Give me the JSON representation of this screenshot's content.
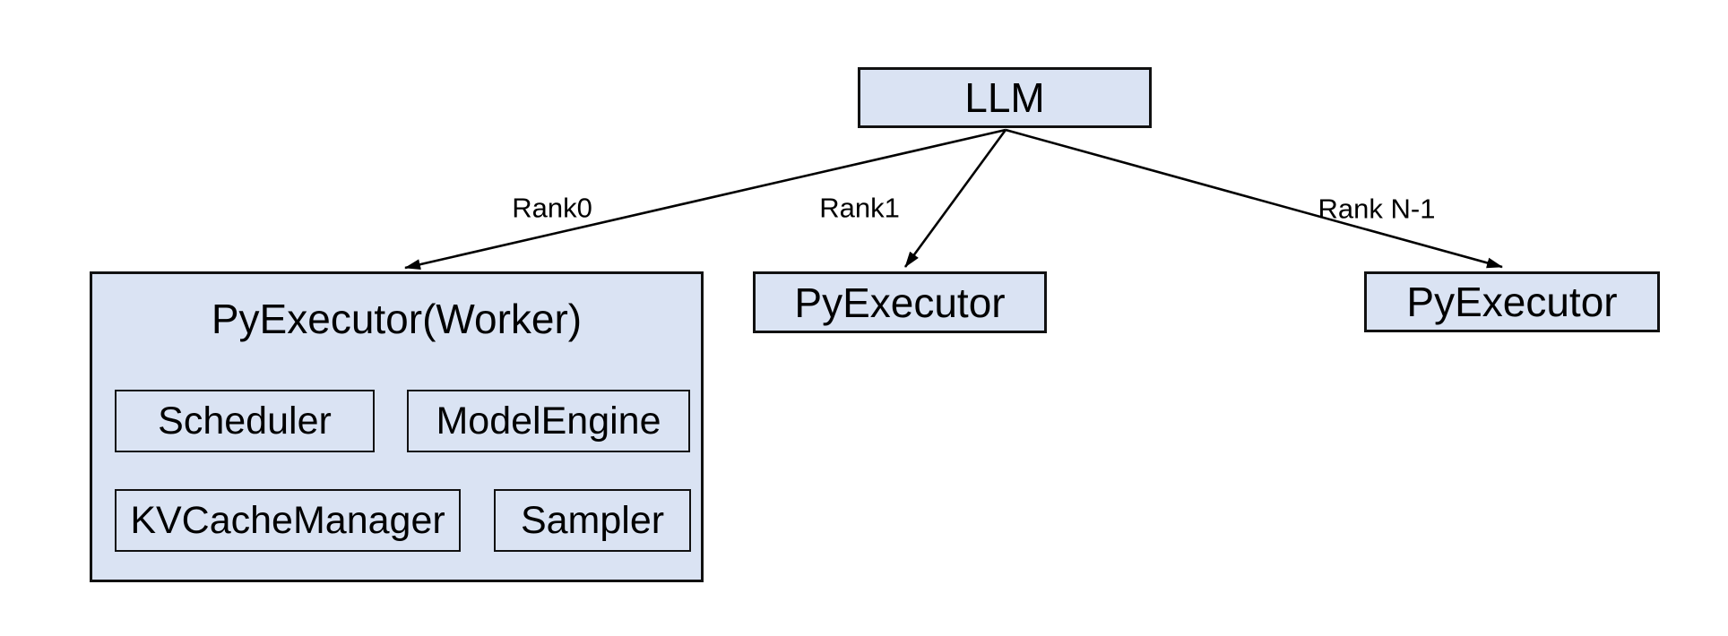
{
  "diagram": {
    "title": "LLM / PyExecutor rank architecture",
    "nodes": {
      "llm": {
        "label": "LLM"
      },
      "worker": {
        "label": "PyExecutor(Worker)"
      },
      "scheduler": {
        "label": "Scheduler"
      },
      "model_engine": {
        "label": "ModelEngine"
      },
      "kv_cache_manager": {
        "label": "KVCacheManager"
      },
      "sampler": {
        "label": "Sampler"
      },
      "executor_rank1": {
        "label": "PyExecutor"
      },
      "executor_rank_n": {
        "label": "PyExecutor"
      }
    },
    "edges": [
      {
        "from": "llm",
        "to": "worker",
        "label": "Rank0"
      },
      {
        "from": "llm",
        "to": "executor_rank1",
        "label": "Rank1"
      },
      {
        "from": "llm",
        "to": "executor_rank_n",
        "label": "Rank N-1"
      }
    ],
    "colors": {
      "node_fill": "#dae3f3",
      "node_border": "#111111",
      "arrow": "#000000",
      "text": "#000000",
      "background": "#ffffff"
    }
  }
}
